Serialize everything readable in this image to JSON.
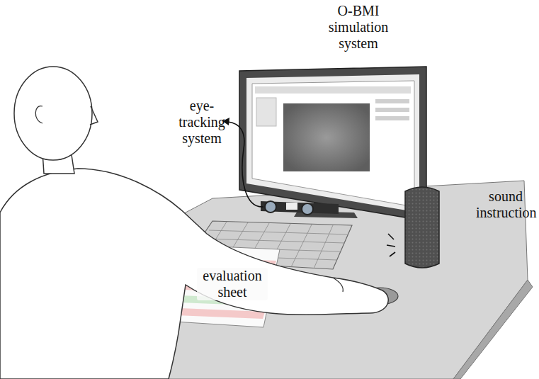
{
  "diagram": {
    "labels": [
      "O-BMI simulation system",
      "eye-tracking system",
      "sound instruction",
      "evaluation sheet"
    ]
  }
}
